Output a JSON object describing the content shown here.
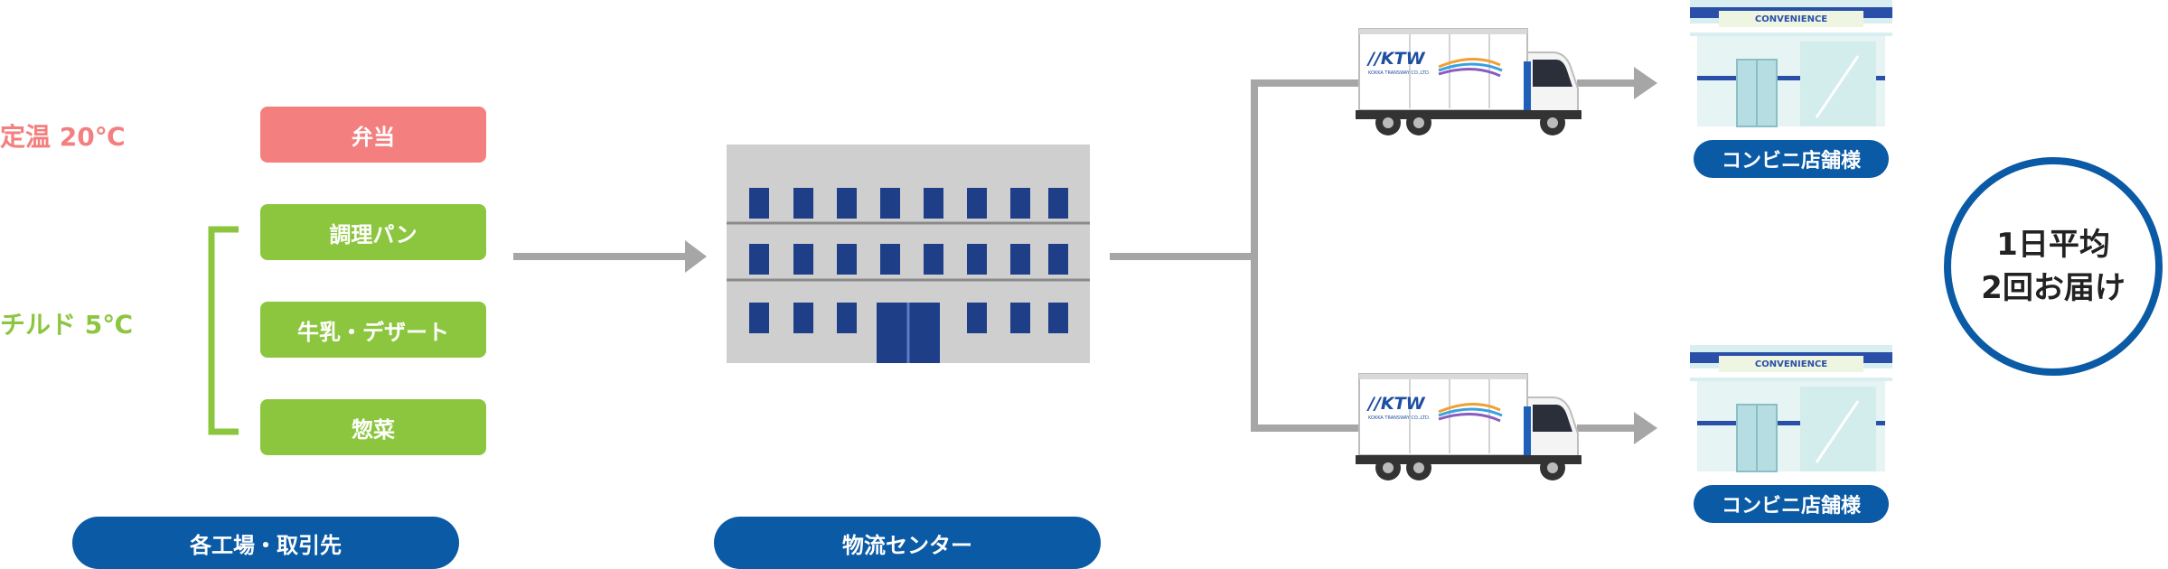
{
  "temperatures": {
    "ambient": "定温 20℃",
    "chilled": "チルド 5℃"
  },
  "food_categories": {
    "bento": "弁当",
    "prepared_bread": "調理パン",
    "milk_dessert": "牛乳・デザート",
    "side_dishes": "惣菜"
  },
  "stage_labels": {
    "suppliers": "各工場・取引先",
    "distribution_center": "物流センター",
    "store_top": "コンビニ店舗様",
    "store_bottom": "コンビニ店舗様"
  },
  "delivery": {
    "line1": "1日平均",
    "line2": "2回お届け"
  },
  "truck_logo": {
    "brand": "//KTW",
    "company": "KOKKA TRANSWAY CO.,LTD."
  },
  "store_sign": "CONVENIENCE",
  "colors": {
    "ambient_accent": "#f47f7f",
    "chilled_accent": "#8cc63f",
    "label_blue": "#0a5aa5",
    "arrow_gray": "#a6a6a6"
  }
}
